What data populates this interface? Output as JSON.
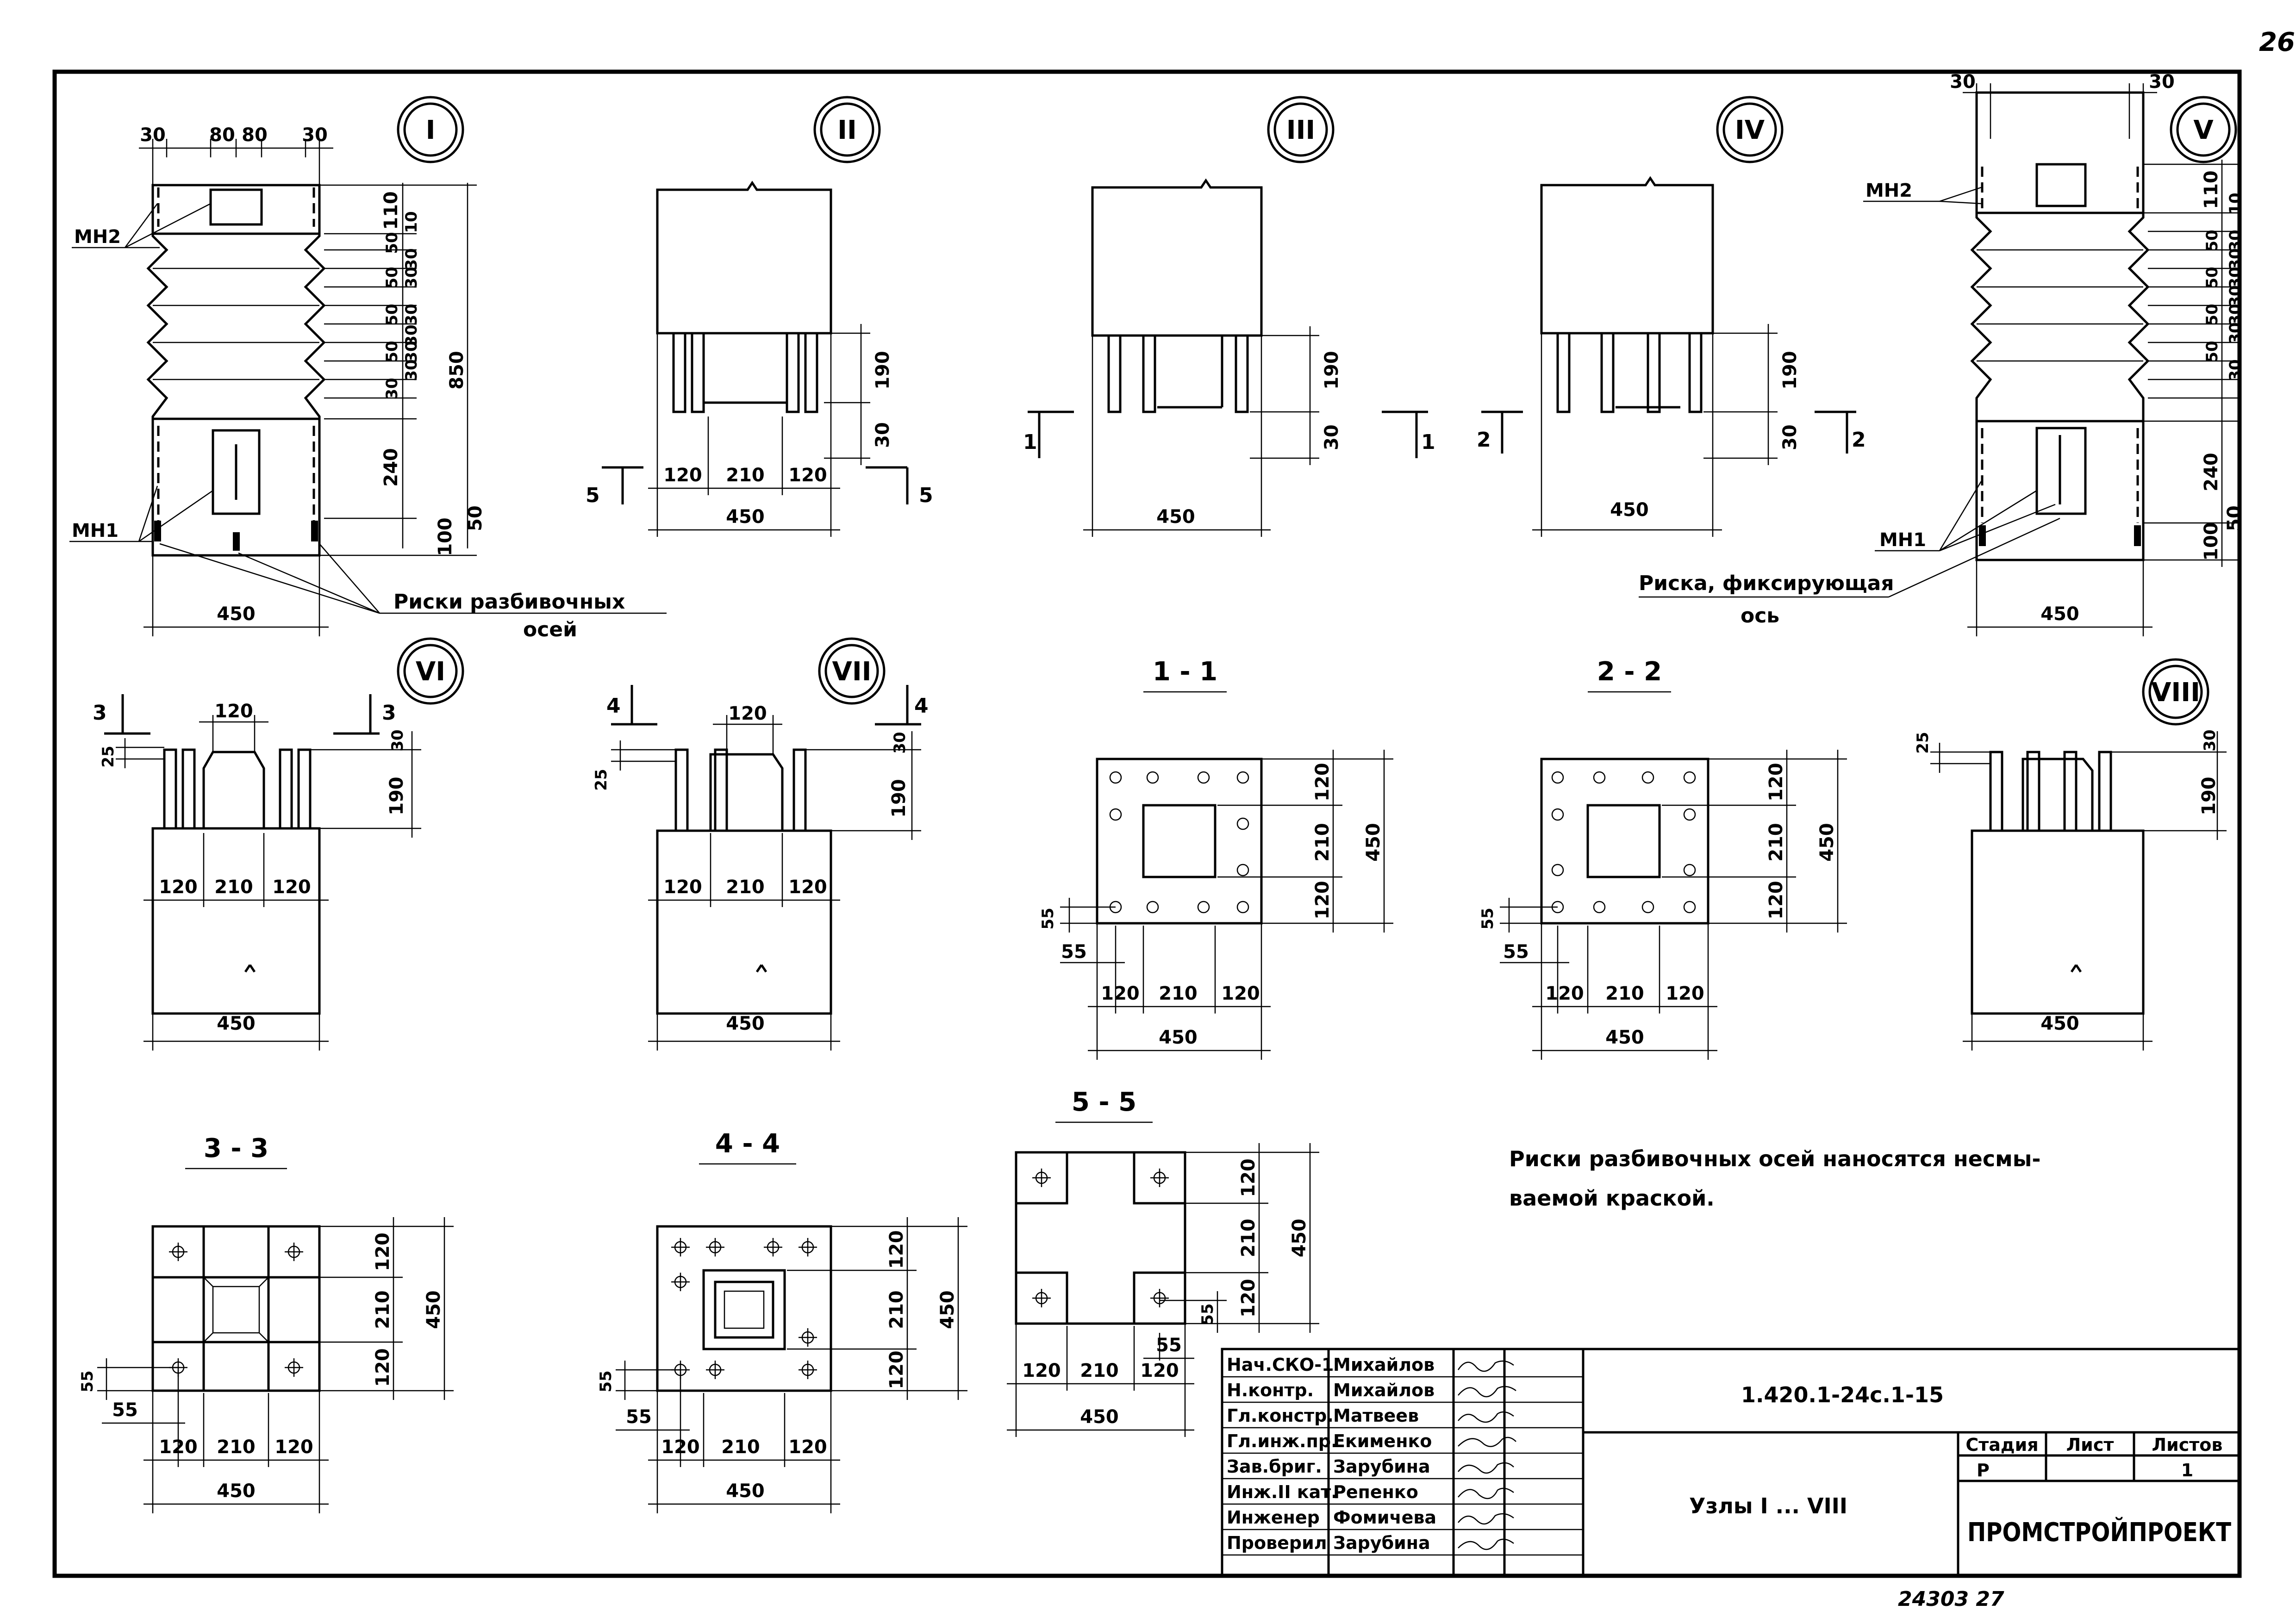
{
  "sheet": {
    "corner_number": "26",
    "bottom_stamp": "24303 27"
  },
  "nodes": {
    "I": {
      "label": "I",
      "dims_top": [
        "30",
        "80",
        "80",
        "30"
      ],
      "dims_right": [
        "110",
        "10",
        "50",
        "30",
        "30",
        "50",
        "30",
        "30",
        "50",
        "30",
        "30",
        "50",
        "30",
        "240",
        "100"
      ],
      "overall": "850",
      "side": "50",
      "width": "450",
      "mh1": "МН1",
      "mh2": "МН2",
      "note_line1": "Риски разбивочных",
      "note_line2": "осей"
    },
    "II": {
      "label": "II",
      "dims_right": [
        "190",
        "30"
      ],
      "dims_bottom": [
        "120",
        "210",
        "120"
      ],
      "width": "450",
      "cut_left": "5",
      "cut_right": "5"
    },
    "III": {
      "label": "III",
      "dims_right": [
        "190",
        "30"
      ],
      "width": "450",
      "cut_left": "1",
      "cut_right": "1"
    },
    "IV": {
      "label": "IV",
      "dims_right": [
        "190",
        "30"
      ],
      "width": "450",
      "cut_left": "2",
      "cut_right": "2"
    },
    "V": {
      "label": "V",
      "dims_top": [
        "30",
        "30"
      ],
      "dims_right": [
        "110",
        "10",
        "50",
        "30",
        "30",
        "50",
        "30",
        "30",
        "50",
        "30",
        "30",
        "50",
        "30",
        "240",
        "100"
      ],
      "side": "50",
      "width": "450",
      "mh1": "МН1",
      "mh2": "МН2",
      "note_line1": "Риска, фиксирующая",
      "note_line2": "ось"
    },
    "VI": {
      "label": "VI",
      "dim_top": "120",
      "dims_left": [
        "25"
      ],
      "dims_right": [
        "30",
        "190"
      ],
      "dims_bottom": [
        "120",
        "210",
        "120"
      ],
      "width": "450",
      "cut_left": "3",
      "cut_right": "3"
    },
    "VII": {
      "label": "VII",
      "dim_top": "120",
      "dims_left": [
        "25"
      ],
      "dims_right": [
        "30",
        "190"
      ],
      "dims_bottom": [
        "120",
        "210",
        "120"
      ],
      "width": "450",
      "cut_left": "4",
      "cut_right": "4"
    },
    "VIII": {
      "label": "VIII",
      "dims_left": [
        "25"
      ],
      "dims_right": [
        "30",
        "190"
      ],
      "width": "450"
    }
  },
  "sections": {
    "s11": {
      "title": "1 - 1",
      "dims_right": [
        "120",
        "210",
        "120"
      ],
      "overall": "450",
      "dims_left": [
        "55",
        "55"
      ],
      "dims_bottom": [
        "120",
        "210",
        "120"
      ],
      "width": "450"
    },
    "s22": {
      "title": "2 - 2",
      "dims_right": [
        "120",
        "210",
        "120"
      ],
      "overall": "450",
      "dims_left": [
        "55",
        "55"
      ],
      "dims_bottom": [
        "120",
        "210",
        "120"
      ],
      "width": "450"
    },
    "s33": {
      "title": "3 - 3",
      "dims_right": [
        "120",
        "210",
        "120"
      ],
      "overall": "450",
      "dims_left": [
        "55",
        "55"
      ],
      "dims_bottom": [
        "120",
        "210",
        "120"
      ],
      "width": "450"
    },
    "s44": {
      "title": "4 - 4",
      "dims_right": [
        "120",
        "210",
        "120"
      ],
      "overall": "450",
      "dims_left": [
        "55",
        "55"
      ],
      "dims_bottom": [
        "120",
        "210",
        "120"
      ],
      "width": "450"
    },
    "s55": {
      "title": "5 - 5",
      "dims_right": [
        "120",
        "210",
        "120"
      ],
      "overall": "450",
      "dims_inner": [
        "55",
        "55"
      ],
      "dims_bottom": [
        "120",
        "210",
        "120"
      ],
      "width": "450"
    }
  },
  "note": {
    "line1": "Риски разбивочных осей наносятся несмы-",
    "line2": "ваемой краской."
  },
  "title_block": {
    "designation": "1.420.1-24с.1-15",
    "sheet_title": "Узлы I ... VIII",
    "stage_header": "Стадия",
    "sheet_header": "Лист",
    "sheets_header": "Листов",
    "stage": "Р",
    "sheet": "",
    "sheets": "1",
    "organization": "ПРОМСТРОЙПРОЕКТ",
    "staff": [
      {
        "role": "Нач.СКО-1",
        "name": "Михайлов"
      },
      {
        "role": "Н.контр.",
        "name": "Михайлов"
      },
      {
        "role": "Гл.констр.",
        "name": "Матвеев"
      },
      {
        "role": "Гл.инж.пр.",
        "name": "Екименко"
      },
      {
        "role": "Зав.бриг.",
        "name": "Зарубина"
      },
      {
        "role": "Инж.II кат.",
        "name": "Репенко"
      },
      {
        "role": "Инженер",
        "name": "Фомичева"
      },
      {
        "role": "Проверил",
        "name": "Зарубина"
      }
    ]
  }
}
